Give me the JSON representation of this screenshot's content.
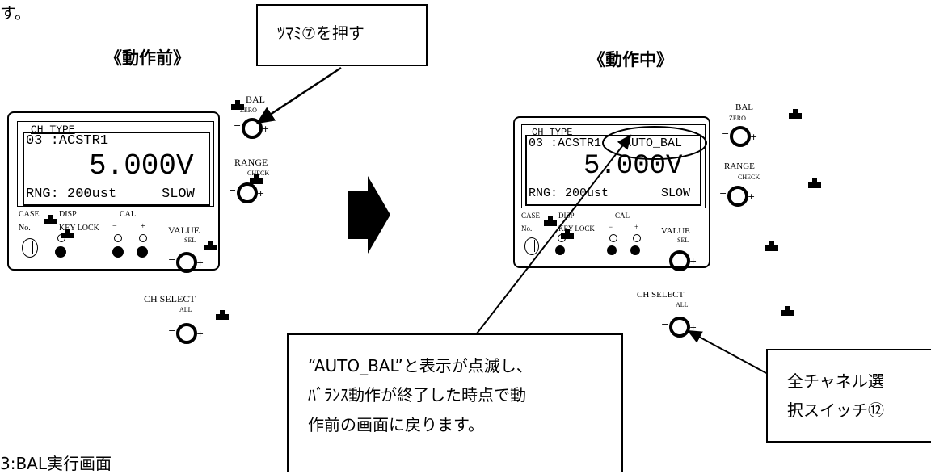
{
  "top_text": "す。",
  "heading_before": "《動作前》",
  "heading_during": "《動作中》",
  "callout_top": "ﾂﾏﾐ⑦を押す",
  "callout_middle_lines": [
    "“AUTO_BAL”と表示が点滅し、",
    "ﾊﾞﾗﾝｽ動作が終了した時点で動",
    "作前の画面に戻ります。"
  ],
  "callout_right_lines": [
    "全チャネル選",
    "択スイッチ⑫"
  ],
  "caption": "3:BAL実行画面",
  "panel": {
    "lcd_header": "CH   TYPE",
    "lcd_line1": "03 :ACSTR1",
    "lcd_value": "5.000V",
    "lcd_range": "RNG: 200ust",
    "lcd_speed": "SLOW",
    "auto_bal": "AUTO_BAL",
    "case_label": "CASE",
    "disp_label": "DISP",
    "no_label": "No.",
    "keylock_label": "KEY LOCK",
    "cal_label": "CAL",
    "minus": "−",
    "plus": "+",
    "bal_label": "BAL",
    "zero_label": "ZERO",
    "range_label": "RANGE",
    "check_label": "CHECK",
    "value_label": "VALUE",
    "sel_label": "SEL",
    "chselect_label": "CH SELECT",
    "all_label": "ALL"
  },
  "colors": {
    "line": "#000000",
    "background": "#ffffff"
  }
}
